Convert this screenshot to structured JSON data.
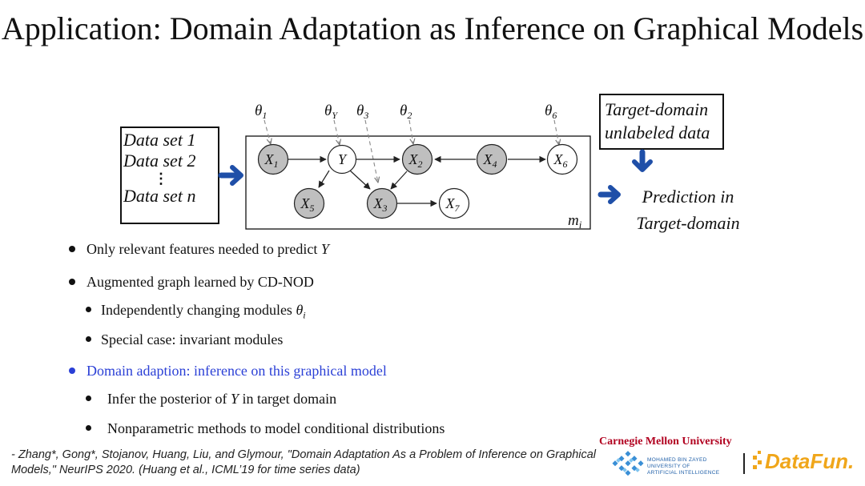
{
  "title": "Application: Domain Adaptation as Inference on Graphical Models",
  "datasets": [
    "Data set 1",
    "Data set 2",
    "⋮",
    "Data set n"
  ],
  "target_box": [
    "Target-domain",
    "unlabeled data"
  ],
  "prediction": [
    "Prediction in",
    "Target-domain"
  ],
  "graph": {
    "params": [
      "θ1",
      "θY",
      "θ3",
      "θ2",
      "θ6"
    ],
    "nodes": [
      "X1",
      "Y",
      "X2",
      "X4",
      "X6",
      "X5",
      "X3",
      "X7"
    ],
    "shaded_nodes": [
      "X1",
      "X2",
      "X4",
      "X5",
      "X3"
    ],
    "plate_label": "mi"
  },
  "bullets": [
    {
      "text": "Only relevant features needed to predict Y",
      "level": 1
    },
    {
      "text": "Augmented graph learned by CD-NOD",
      "level": 1
    },
    {
      "text": "Independently changing modules θi",
      "level": 2
    },
    {
      "text": "Special case: invariant modules",
      "level": 2
    },
    {
      "text": "Domain adaption: inference on this graphical model",
      "level": 1,
      "color": "#2a3fd6"
    },
    {
      "text": "Infer the posterior of Y in target domain",
      "level": 2
    },
    {
      "text": "Nonparametric methods to model conditional distributions",
      "level": 2
    }
  ],
  "citation": "- Zhang*, Gong*, Stojanov, Huang, Liu, and Glymour, \"Domain Adaptation As a Problem of Inference on Graphical Models,\" NeurIPS 2020.  (Huang et al., ICML’19 for time series data)",
  "logos": {
    "cmu": "Carnegie Mellon University",
    "mbzuai": [
      "MOHAMED BIN ZAYED",
      "UNIVERSITY OF",
      "ARTIFICIAL INTELLIGENCE"
    ],
    "datafun": "DataFun."
  },
  "colors": {
    "arrow_blue": "#1f4fa8",
    "node_shaded": "#bfbfbf",
    "bullet_blue": "#2a3fd6",
    "cmu_red": "#b1001f",
    "datafun_orange": "#f0a61a"
  }
}
